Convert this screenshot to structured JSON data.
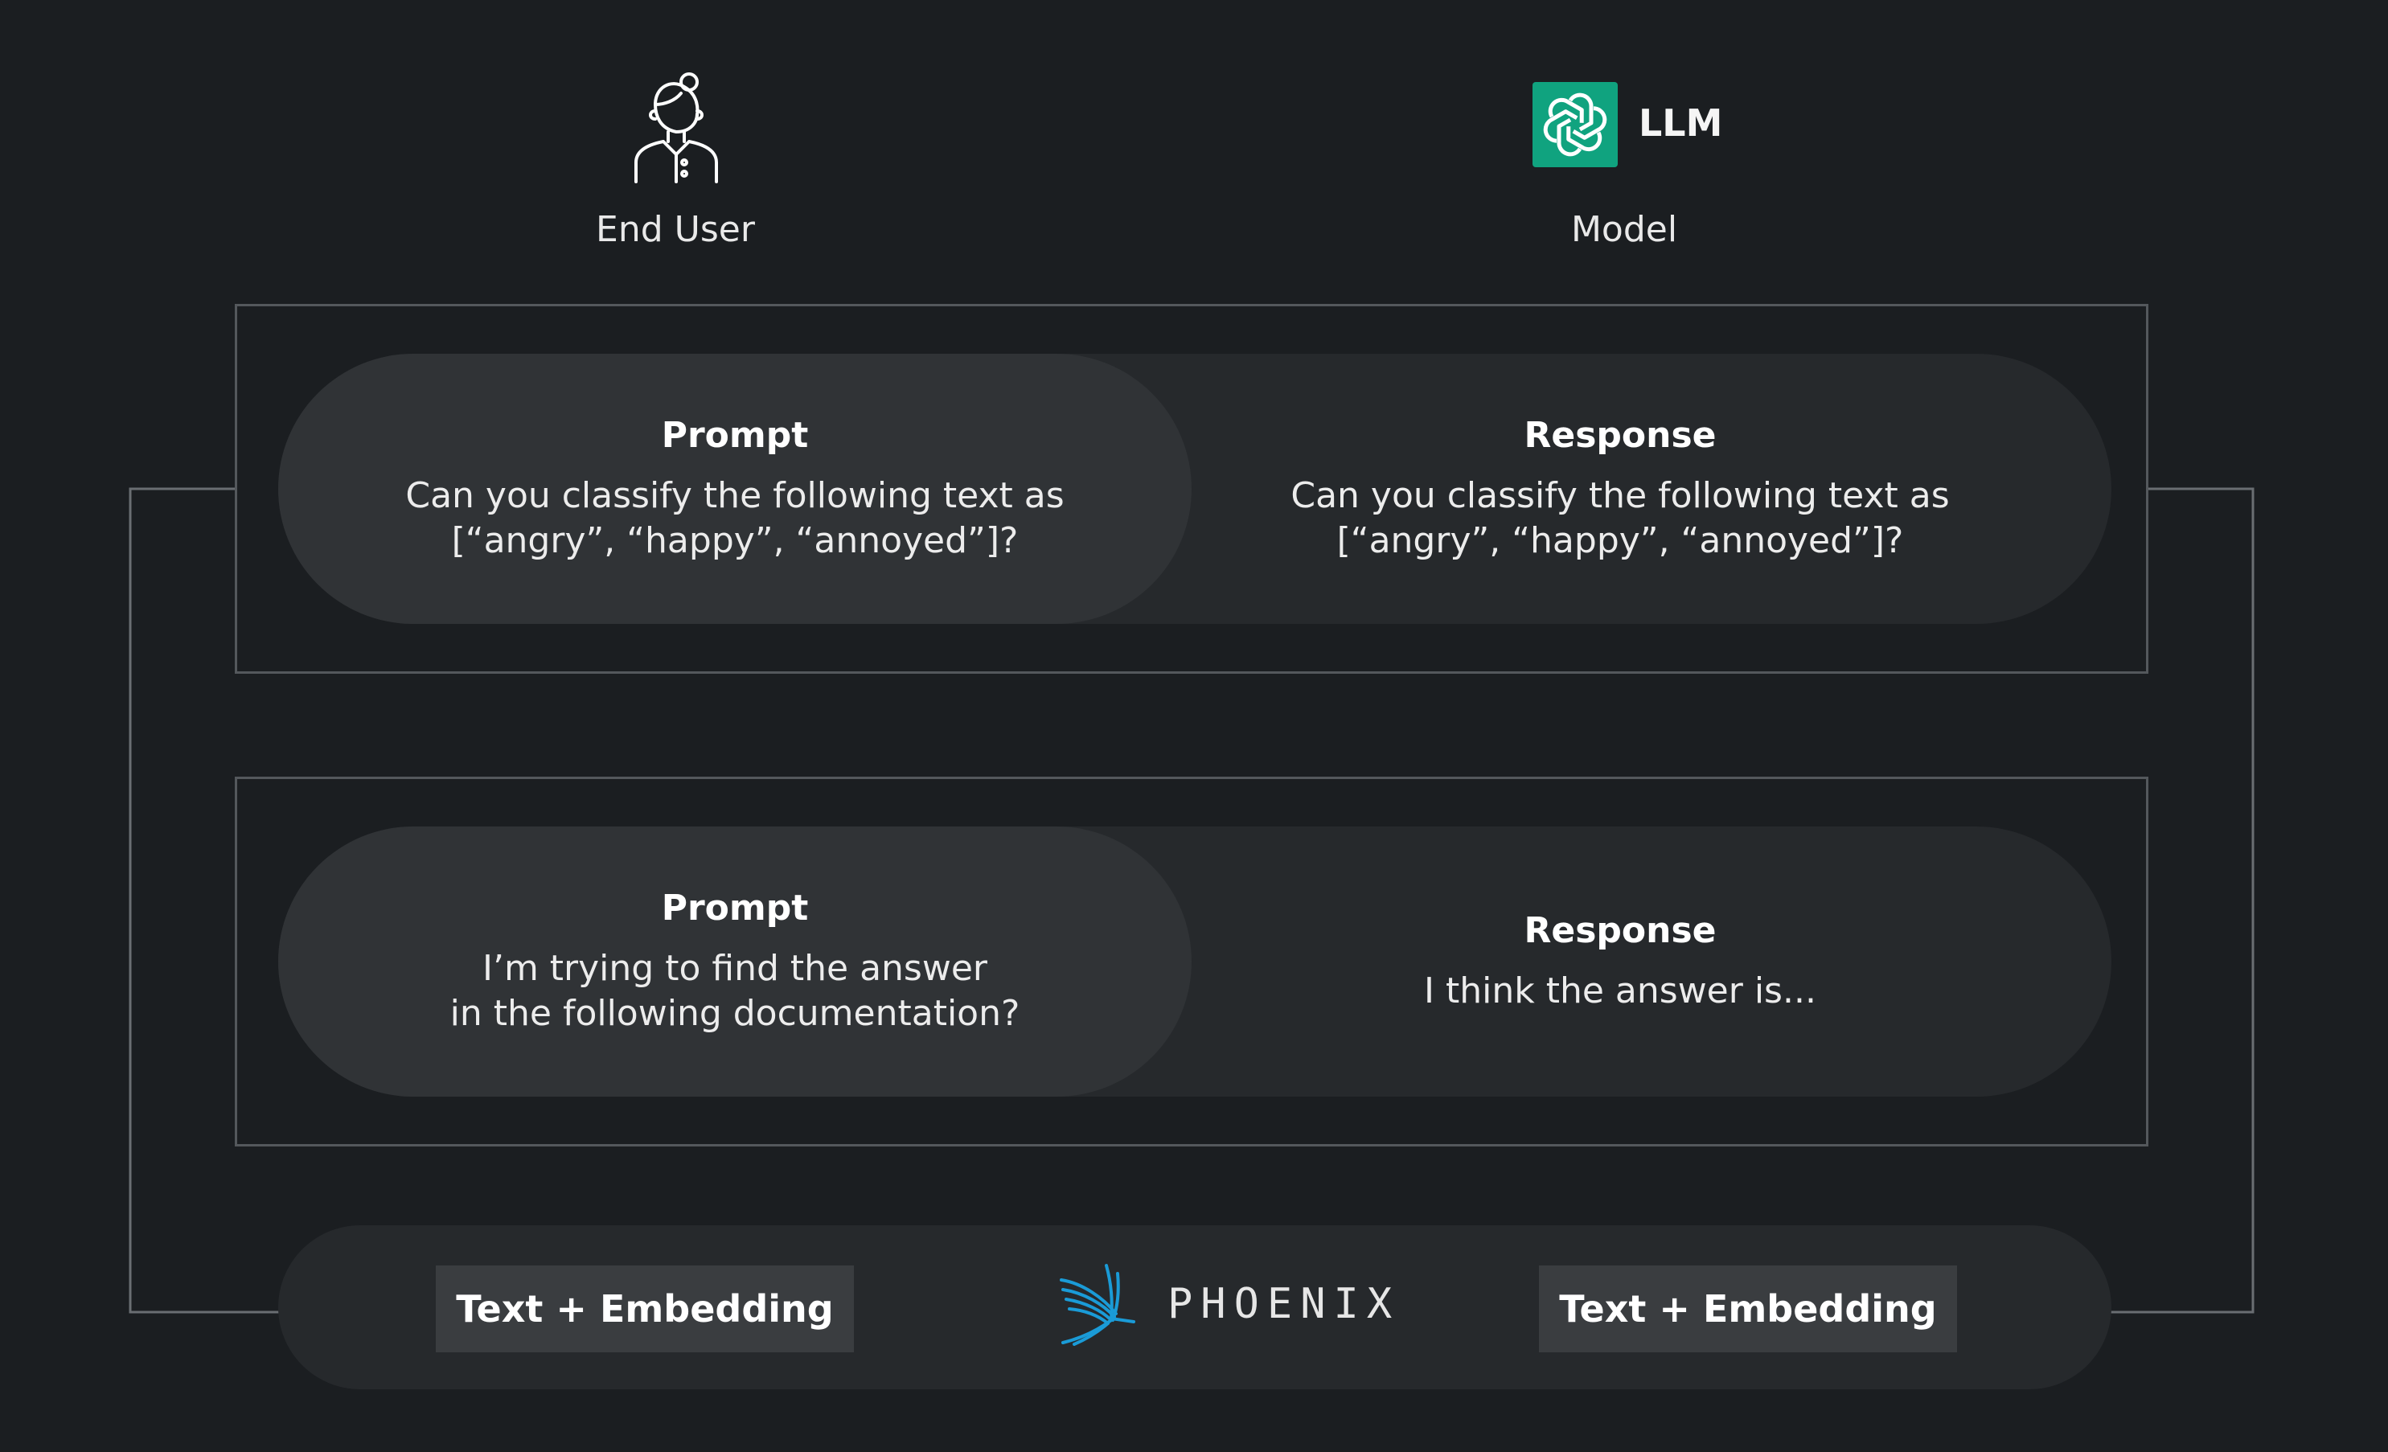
{
  "header": {
    "end_user_label": "End User",
    "model_label": "Model",
    "llm_name": "LLM"
  },
  "rows": [
    {
      "prompt_title": "Prompt",
      "prompt_text": "Can you classify the following text as\n[“angry”, “happy”, “annoyed”]?",
      "response_title": "Response",
      "response_text": "Can you classify the following text as\n[“angry”, “happy”, “annoyed”]?"
    },
    {
      "prompt_title": "Prompt",
      "prompt_text": "I’m trying to find the answer\nin the following documentation?",
      "response_title": "Response",
      "response_text": "I think the answer is..."
    }
  ],
  "bottom": {
    "left_tag": "Text + Embedding",
    "right_tag": "Text + Embedding",
    "brand": "PHOENIX"
  },
  "colors": {
    "background": "#1b1e21",
    "frame_border": "#54585c",
    "llm_brand": "#10a37f",
    "phoenix_brand": "#1a9bd7"
  }
}
